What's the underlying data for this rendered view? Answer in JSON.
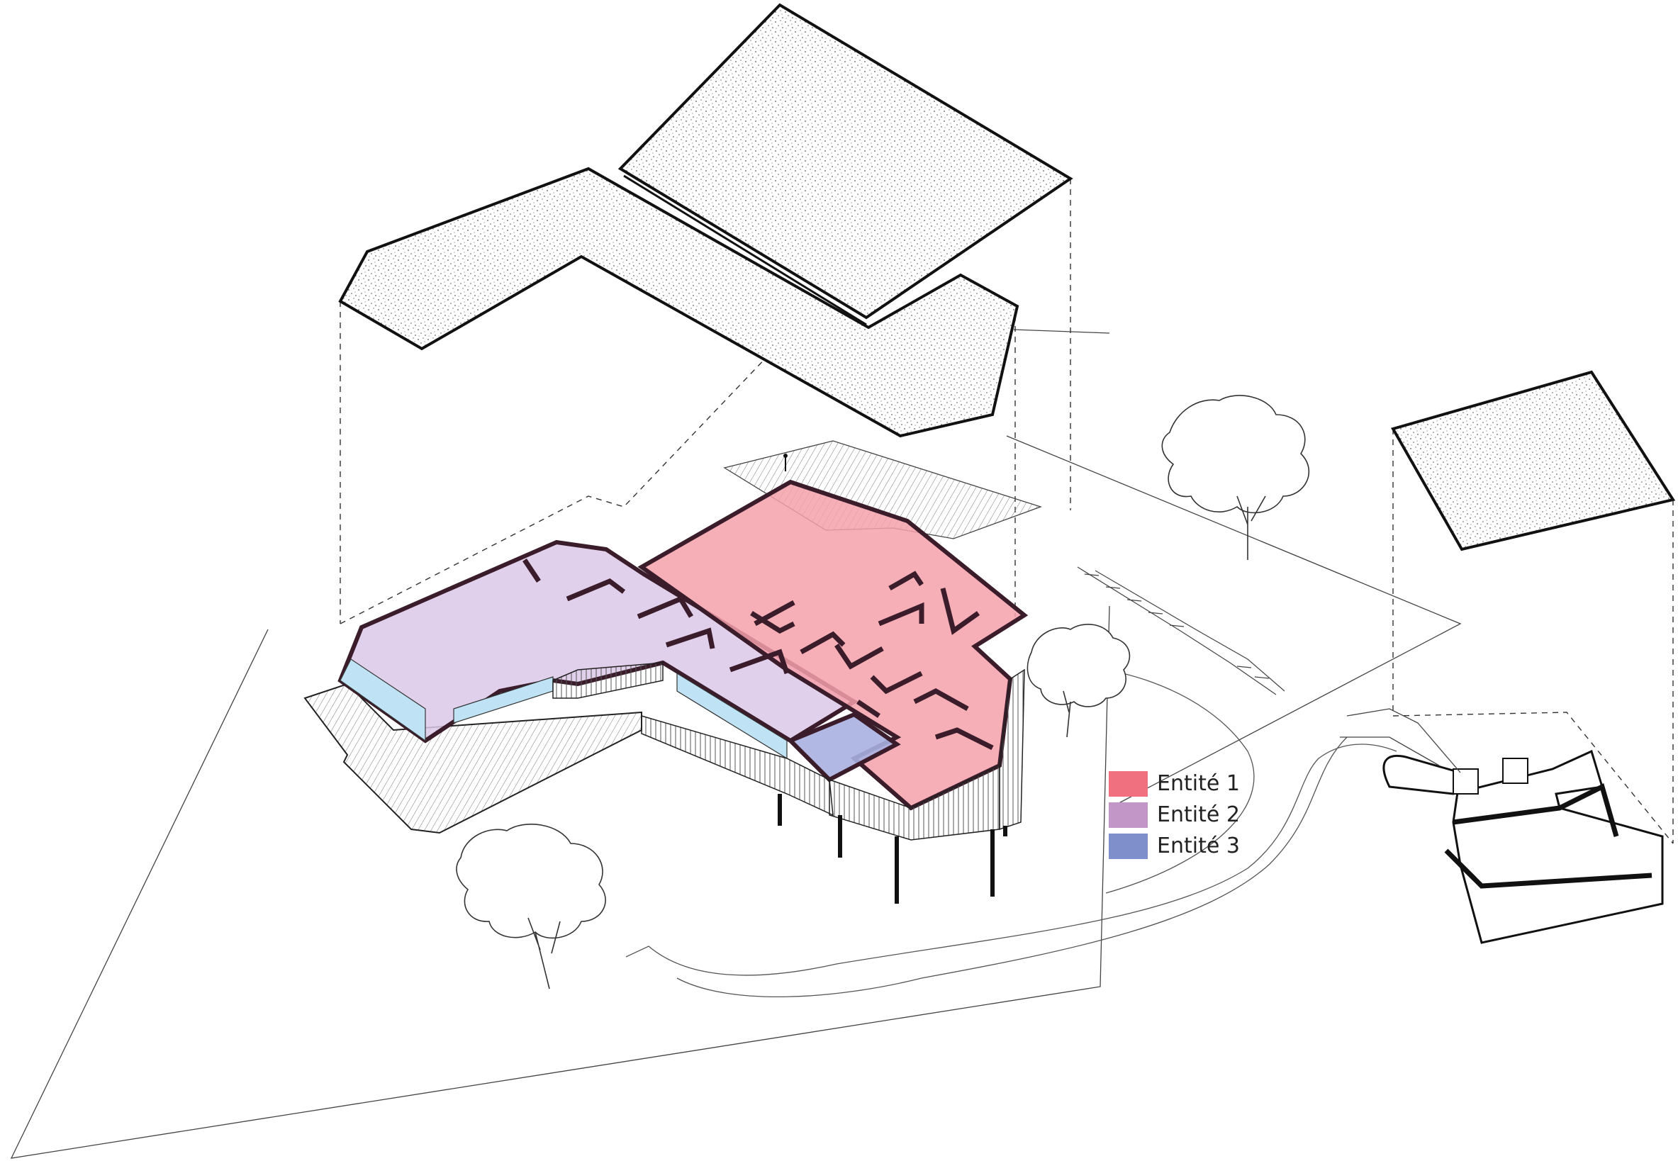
{
  "legend": {
    "items": [
      {
        "label": "Entité 1",
        "color": "#f07080"
      },
      {
        "label": "Entité 2",
        "color": "#c396c8"
      },
      {
        "label": "Entité 3",
        "color": "#7f8fcc"
      }
    ]
  },
  "colors": {
    "entite_1_fill": "#f5a0aa",
    "entite_2_fill": "#dcc8e8",
    "entite_3_fill": "#a8b0e0",
    "line": "#111111"
  }
}
